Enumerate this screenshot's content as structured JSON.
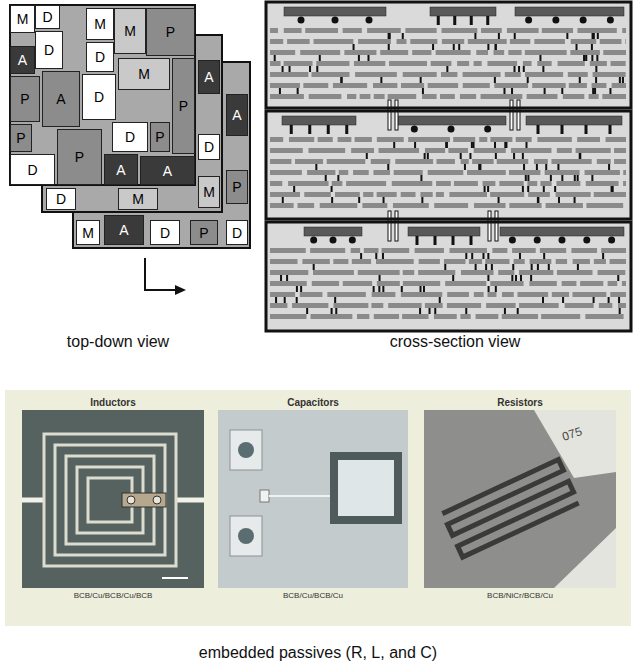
{
  "diagram": {
    "nodes": [
      {
        "text": [
          "M"
        ]
      },
      {
        "text": [
          "D"
        ]
      },
      {
        "text": [
          "M"
        ]
      },
      {
        "text": [
          "M"
        ]
      },
      {
        "text": [
          "P"
        ]
      },
      {
        "text": [
          "A"
        ]
      },
      {
        "text": [
          "D"
        ]
      },
      {
        "text": [
          "D"
        ]
      },
      {
        "text": [
          "M"
        ]
      },
      {
        "text": [
          "P"
        ]
      },
      {
        "text": [
          "A"
        ]
      },
      {
        "text": [
          "D"
        ]
      },
      {
        "text": [
          "P"
        ]
      },
      {
        "text": [
          "P"
        ]
      },
      {
        "text": [
          "D"
        ]
      },
      {
        "text": [
          "P"
        ]
      },
      {
        "text": [
          "D"
        ]
      },
      {
        "text": [
          "P"
        ]
      },
      {
        "text": [
          "A"
        ]
      },
      {
        "text": [
          "A"
        ]
      },
      {
        "text": [
          "A"
        ]
      },
      {
        "text": [
          "D"
        ]
      },
      {
        "text": [
          "M"
        ]
      },
      {
        "text": [
          "D"
        ]
      },
      {
        "text": [
          "M"
        ]
      },
      {
        "text": [
          "A"
        ]
      },
      {
        "text": [
          "P"
        ]
      },
      {
        "text": [
          "M"
        ]
      },
      {
        "text": [
          "A"
        ]
      },
      {
        "text": [
          "D"
        ]
      },
      {
        "text": [
          "P"
        ]
      },
      {
        "text": [
          "D"
        ]
      },
      {
        "text": [
          "Inductors",
          "BCB/Cu/BCB/Cu/BCB"
        ]
      },
      {
        "text": [
          "Capacitors",
          "BCB/Cu/BCB/Cu"
        ]
      },
      {
        "text": [
          "Resistors",
          "BCB/NiCr/BCB/Cu"
        ]
      }
    ],
    "labels": [
      "top-down view",
      "cross-section view",
      "075",
      "embedded passives (R, L, and C)"
    ]
  }
}
